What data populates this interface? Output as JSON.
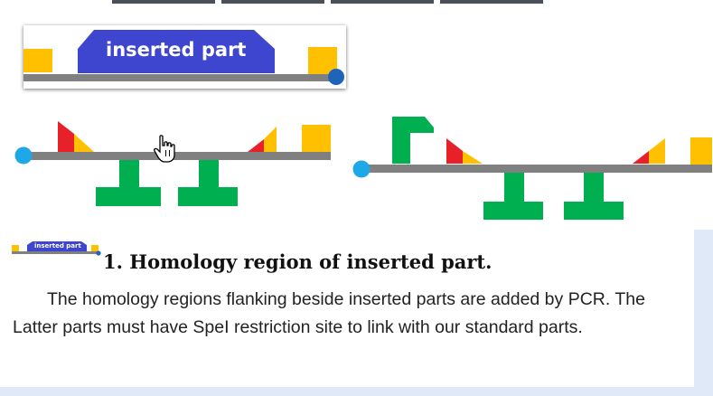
{
  "legend": {
    "label": "inserted part"
  },
  "mini_icon": {
    "label": "inserted part"
  },
  "section": {
    "heading": "1. Homology region of inserted part.",
    "paragraph": "The homology regions flanking beside inserted parts are added by PCR. The Latter parts must have SpeI restriction site to link with our standard parts."
  },
  "colors": {
    "blue_block": "#3e46d0",
    "yellow": "#ffc000",
    "red": "#e8202a",
    "green": "#00b050",
    "gray_bar": "#808080",
    "dot_blue": "#1fa8e8",
    "dark_dot": "#1f64b8"
  },
  "icons": [
    "hand-pointer-icon"
  ]
}
